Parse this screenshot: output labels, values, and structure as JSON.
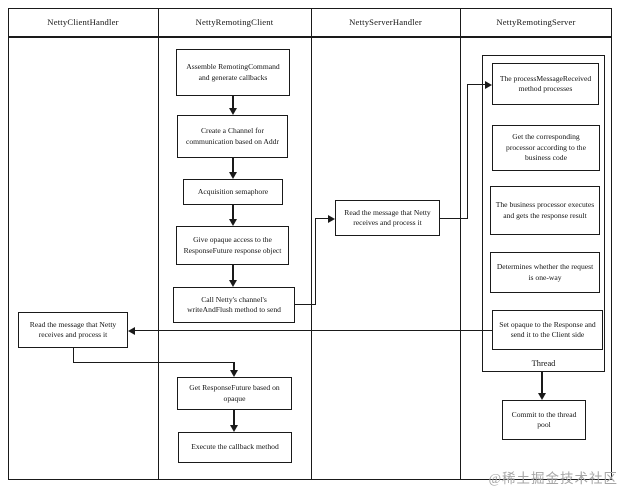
{
  "lanes": [
    {
      "title": "NettyClientHandler"
    },
    {
      "title": "NettyRemotingClient"
    },
    {
      "title": "NettyServerHandler"
    },
    {
      "title": "NettyRemotingServer"
    }
  ],
  "nodes": {
    "assemble": "Assemble RemotingCommand and generate callbacks",
    "create_channel": "Create a Channel for communication based on Addr",
    "acquire_semaphore": "Acquisition semaphore",
    "give_opaque": "Give opaque access to the ResponseFuture response object",
    "write_and_flush": "Call Netty's channel's writeAndFlush method to send",
    "get_response_future": "Get ResponseFuture based on opaque",
    "execute_callback": "Execute the callback method",
    "client_read": "Read the message that Netty receives and process it",
    "server_read": "Read the message that Netty receives and process it",
    "process_message_received": "The processMessageReceived method processes",
    "get_processor": "Get the corresponding processor according to the business code",
    "business_executes": "The business processor executes and gets the response result",
    "determine_oneway": "Determines whether the request is one-way",
    "set_opaque": "Set opaque to the Response and send it to the Client side",
    "thread_label": "Thread",
    "commit_thread_pool": "Commit to the thread pool"
  },
  "edges": [
    {
      "from": "assemble",
      "to": "create_channel"
    },
    {
      "from": "create_channel",
      "to": "acquire_semaphore"
    },
    {
      "from": "acquire_semaphore",
      "to": "give_opaque"
    },
    {
      "from": "give_opaque",
      "to": "write_and_flush"
    },
    {
      "from": "write_and_flush",
      "to": "server_read"
    },
    {
      "from": "server_read",
      "to": "process_message_received"
    },
    {
      "from": "set_opaque",
      "to": "client_read"
    },
    {
      "from": "client_read",
      "to": "get_response_future"
    },
    {
      "from": "get_response_future",
      "to": "execute_callback"
    },
    {
      "from": "thread",
      "to": "commit_thread_pool"
    }
  ],
  "watermark": "@稀土掘金技术社区",
  "colors": {
    "line": "#1a1a1a",
    "background": "#ffffff",
    "watermark": "#a6a6a6"
  }
}
